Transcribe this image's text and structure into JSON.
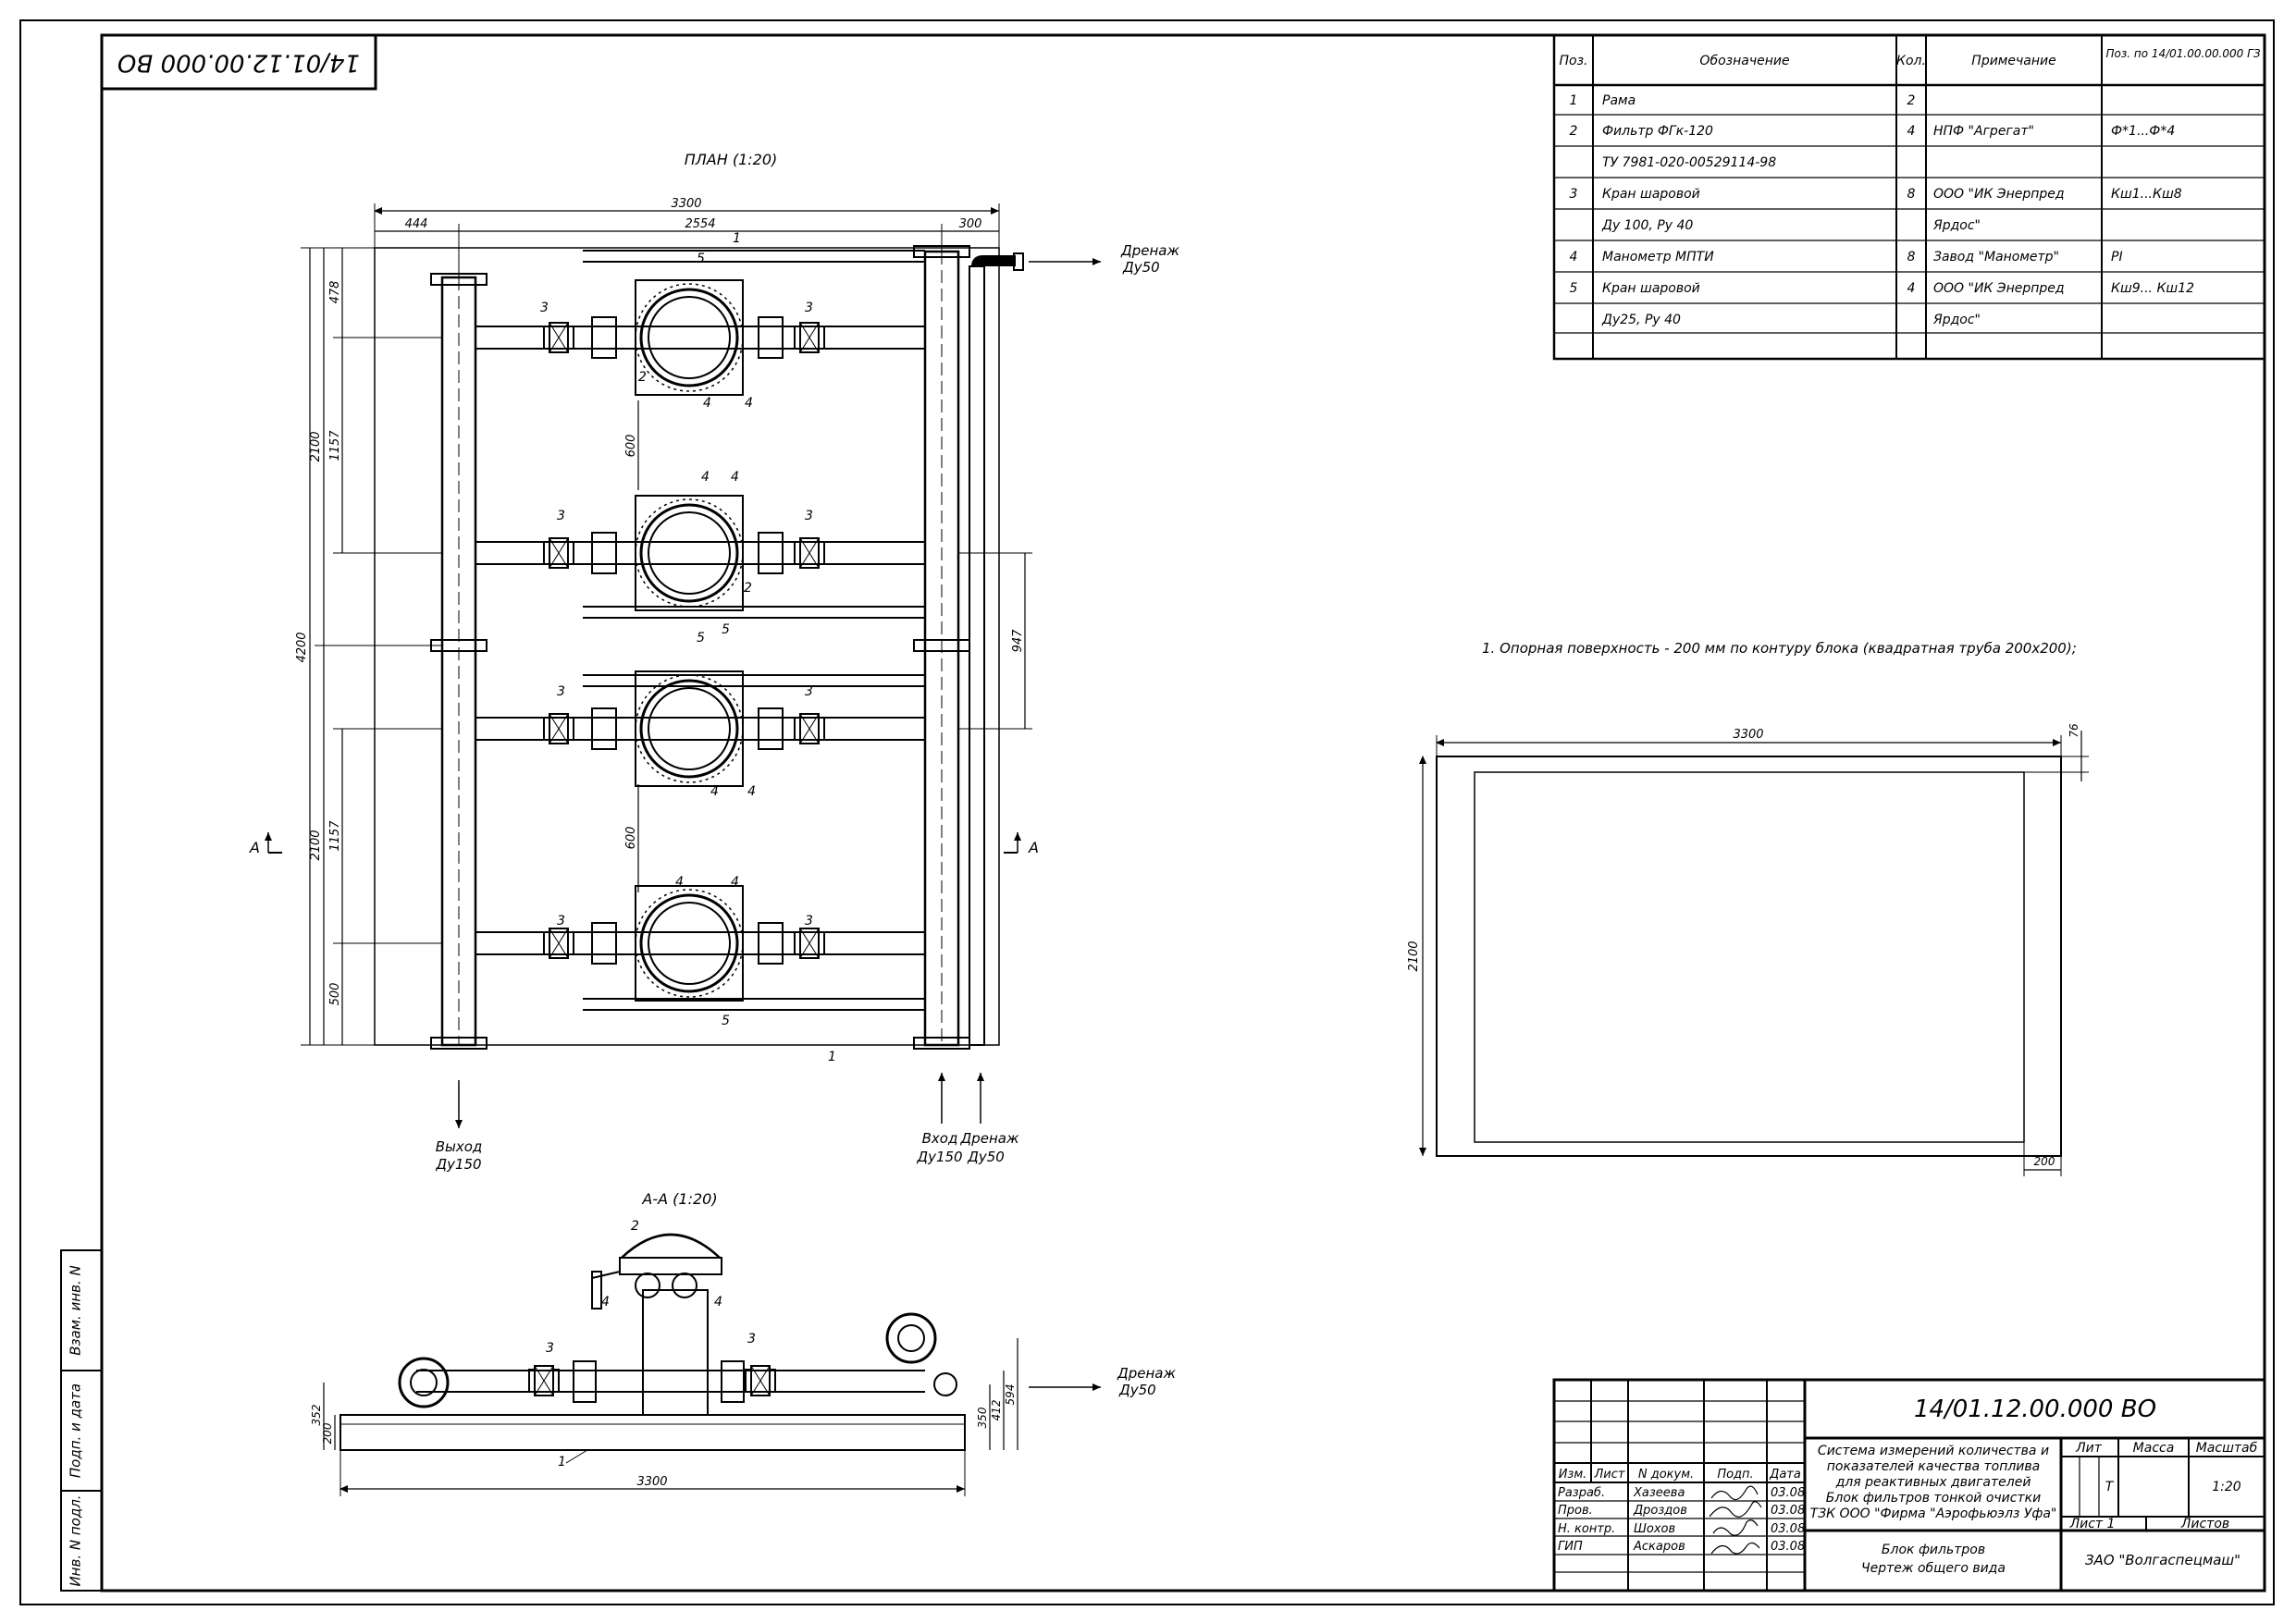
{
  "stamp_code": "14/01.12.00.000 ВО",
  "plan_title": "ПЛАН (1:20)",
  "section_title": "А-А (1:20)",
  "section_marker": "А",
  "note": "1. Опорная поверхность - 200 мм по контуру блока (квадратная труба 200х200);",
  "dims": {
    "total_width": "3300",
    "d444": "444",
    "d2554": "2554",
    "d300": "300",
    "d478": "478",
    "d2100a": "2100",
    "d2100b": "2100",
    "d1157a": "1157",
    "d1157b": "1157",
    "d4200": "4200",
    "d600a": "600",
    "d600b": "600",
    "d500": "500",
    "d947": "947",
    "frame_width": "3300",
    "frame_height": "2100",
    "frame_76": "76",
    "frame_200": "200",
    "sec_width": "3300",
    "sec_200": "200",
    "sec_352": "352",
    "sec_350": "350",
    "sec_412": "412",
    "sec_594": "594"
  },
  "labels": {
    "drain_top": [
      "Дренаж",
      "Ду50"
    ],
    "drain_section": [
      "Дренаж",
      "Ду50"
    ],
    "outlet": [
      "Выход",
      "Ду150"
    ],
    "inlet": [
      "Вход",
      "Ду150"
    ],
    "drain_bottom": [
      "Дренаж",
      "Ду50"
    ]
  },
  "spec_table": {
    "headers": [
      "Поз.",
      "Обозначение",
      "Кол.",
      "Примечание",
      "Поз. по 14/01.00.00.000 ГЗ"
    ],
    "rows": [
      [
        "1",
        "Рама",
        "2",
        "",
        ""
      ],
      [
        "2",
        "Фильтр ФГк-120",
        "4",
        "НПФ \"Агрегат\"",
        "Ф*1...Ф*4"
      ],
      [
        "",
        "ТУ 7981-020-00529114-98",
        "",
        "",
        ""
      ],
      [
        "3",
        "Кран шаровой",
        "8",
        "ООО \"ИК Энерпред",
        "Кш1...Кш8"
      ],
      [
        "",
        "Ду 100, Ру 40",
        "",
        "Ярдос\"",
        ""
      ],
      [
        "4",
        "Манометр МПТИ",
        "8",
        "Завод \"Манометр\"",
        "PI"
      ],
      [
        "5",
        "Кран шаровой",
        "4",
        "ООО \"ИК Энерпред",
        "Кш9... Кш12"
      ],
      [
        "",
        "Ду25, Ру 40",
        "",
        "Ярдос\"",
        ""
      ],
      [
        "",
        "",
        "",
        "",
        ""
      ]
    ]
  },
  "title_block": {
    "code": "14/01.12.00.000  ВО",
    "description": [
      "Система измерений количества и",
      "показателей качества топлива",
      "для реактивных двигателей",
      "Блок фильтров тонкой очистки",
      "ТЗК ООО \"Фирма \"Аэрофьюэлз Уфа\""
    ],
    "name": [
      "Блок фильтров",
      "Чертеж общего вида"
    ],
    "lit_label": "Лит",
    "mass_label": "Масса",
    "scale_label": "Масштаб",
    "lit_value": "Т",
    "scale_value": "1:20",
    "sheet_label": "Лист 1",
    "sheets_label": "Листов",
    "company": "ЗАО \"Волгаспецмаш\"",
    "col_headers": [
      "Изм.",
      "Лист",
      "N докум.",
      "Подп.",
      "Дата"
    ],
    "roles": [
      {
        "role": "Разраб.",
        "name": "Хазеева",
        "date": "03.08"
      },
      {
        "role": "Пров.",
        "name": "Дроздов",
        "date": "03.08"
      },
      {
        "role": "Н. контр.",
        "name": "Шохов",
        "date": "03.08"
      },
      {
        "role": "ГИП",
        "name": "Аскаров",
        "date": "03.08"
      }
    ]
  },
  "side_stamp": [
    "Взам. инв. N",
    "Подп. и дата",
    "Инв. N подл."
  ]
}
